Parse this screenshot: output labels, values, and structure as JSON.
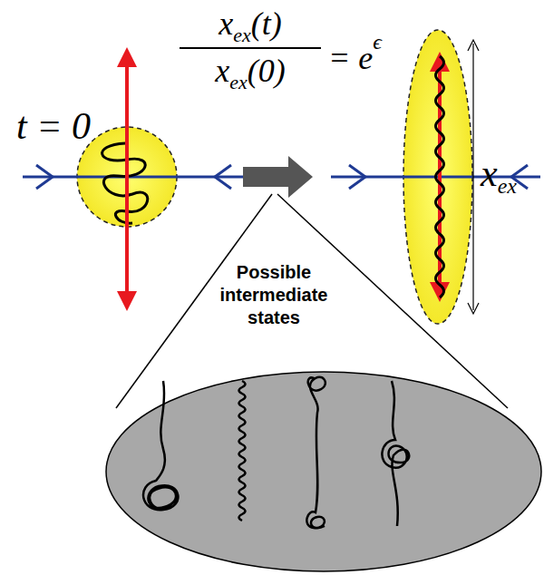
{
  "diagram": {
    "nodes": [
      {
        "text": [
          "Possible intermediate states"
        ]
      }
    ],
    "labels": [
      "t = 0",
      "x",
      "ex",
      "(t)",
      "x",
      "ex",
      "(0)",
      "= e",
      "ϵ",
      "x",
      "ex"
    ]
  }
}
